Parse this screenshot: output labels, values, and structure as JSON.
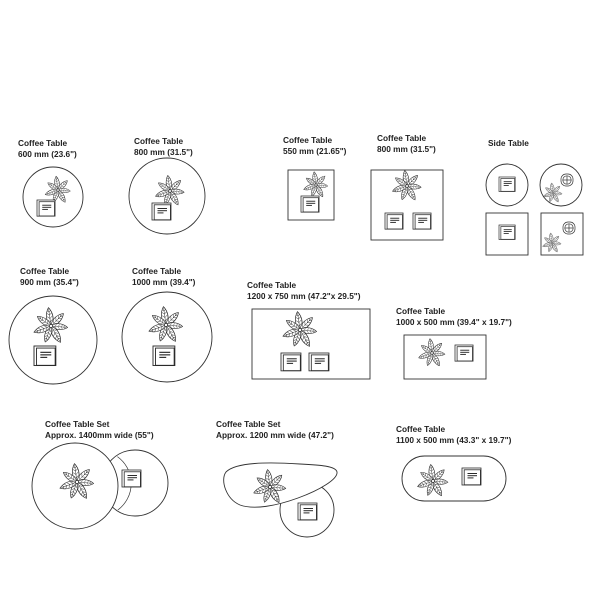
{
  "tables": [
    {
      "id": "ct-600",
      "line1": "Coffee Table",
      "line2": "600 mm (23.6\")"
    },
    {
      "id": "ct-800a",
      "line1": "Coffee Table",
      "line2": "800 mm (31.5\")"
    },
    {
      "id": "ct-550",
      "line1": "Coffee Table",
      "line2": "550 mm (21.65\")"
    },
    {
      "id": "ct-800b",
      "line1": "Coffee Table",
      "line2": "800 mm (31.5\")"
    },
    {
      "id": "side",
      "line1": "Side Table",
      "line2": ""
    },
    {
      "id": "ct-900",
      "line1": "Coffee Table",
      "line2": "900 mm (35.4\")"
    },
    {
      "id": "ct-1000",
      "line1": "Coffee Table",
      "line2": "1000 mm (39.4\")"
    },
    {
      "id": "ct-1200x750",
      "line1": "Coffee Table",
      "line2": "1200 x 750 mm (47.2\"x 29.5\")"
    },
    {
      "id": "ct-1000x500",
      "line1": "Coffee Table",
      "line2": "1000 x 500 mm (39.4\" x 19.7\")"
    },
    {
      "id": "set-1400",
      "line1": "Coffee Table Set",
      "line2": "Approx. 1400mm wide (55\")"
    },
    {
      "id": "set-1200",
      "line1": "Coffee Table Set",
      "line2": "Approx. 1200 mm wide (47.2\")"
    },
    {
      "id": "ct-1100x500",
      "line1": "Coffee Table",
      "line2": "1100 x 500 mm (43.3\" x 19.7\")"
    }
  ]
}
